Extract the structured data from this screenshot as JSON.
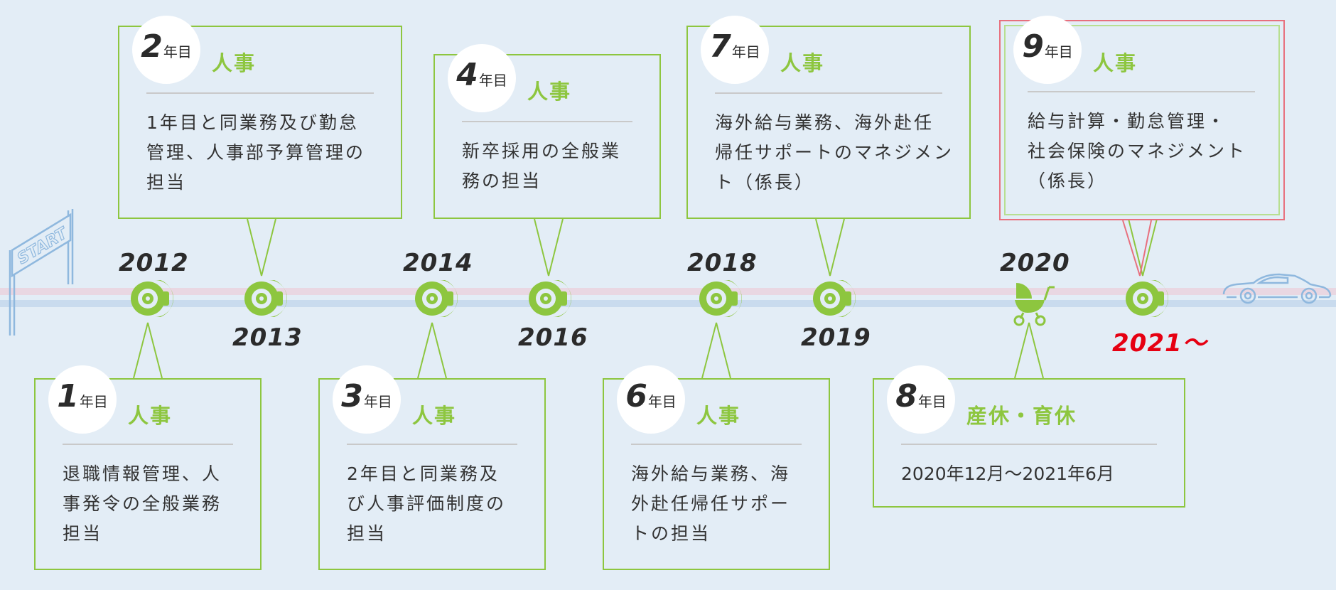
{
  "colors": {
    "background": "#e3edf6",
    "accent_green": "#8dc63f",
    "current_red": "#e60012",
    "track_pink": "#e9d7e2",
    "track_blue": "#c9dbee"
  },
  "start_gate": {
    "label": "START"
  },
  "years": {
    "y2012": "2012",
    "y2013": "2013",
    "y2014": "2014",
    "y2016": "2016",
    "y2018": "2018",
    "y2019": "2019",
    "y2020": "2020",
    "y2021": "2021〜"
  },
  "unit": "年目",
  "milestones": [
    {
      "num": "1",
      "role": "人事",
      "lines": [
        "退職情報管理、人",
        "事発令の全般業務",
        "担当"
      ]
    },
    {
      "num": "2",
      "role": "人事",
      "lines": [
        "1年目と同業務及び勤怠",
        "管理、人事部予算管理の",
        "担当"
      ]
    },
    {
      "num": "3",
      "role": "人事",
      "lines": [
        "2年目と同業務及",
        "び人事評価制度の",
        "担当"
      ]
    },
    {
      "num": "4",
      "role": "人事",
      "lines": [
        "新卒採用の全般業",
        "務の担当"
      ]
    },
    {
      "num": "6",
      "role": "人事",
      "lines": [
        "海外給与業務、海",
        "外赴任帰任サポー",
        "トの担当"
      ]
    },
    {
      "num": "7",
      "role": "人事",
      "lines": [
        "海外給与業務、海外赴任",
        "帰任サポートのマネジメン",
        "ト（係長）"
      ]
    },
    {
      "num": "8",
      "role": "産休・育休",
      "lines": [
        "2020年12月〜2021年6月"
      ]
    },
    {
      "num": "9",
      "role": "人事",
      "lines": [
        "給与計算・勤怠管理・",
        "社会保険のマネジメント",
        "（係長）"
      ]
    }
  ],
  "icons": {
    "milestone": "brake-disc-icon",
    "leave": "baby-stroller-icon",
    "goal": "car-icon",
    "start": "start-gate-icon"
  }
}
